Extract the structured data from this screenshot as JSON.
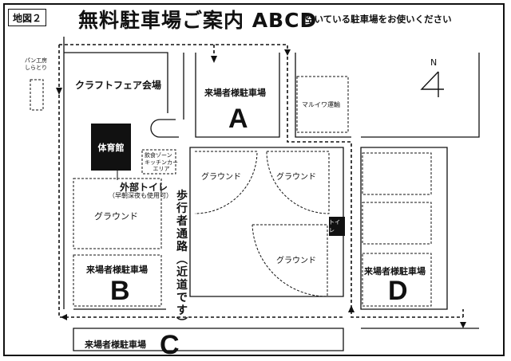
{
  "map_label": "地図２",
  "title": "無料駐車場ご案内 ABCD",
  "subtitle": "空いている駐車場をお使いください",
  "shop": "パン工房\nしらとり",
  "craft_fair": "クラフトフェア会場",
  "gym": "体育館",
  "food_zone": "飲食ゾーン",
  "kitchen_car": "キッチンカー\nエリア",
  "outdoor_toilet": "外部トイレ",
  "toilet_note": "（早朝深夜も使用可）",
  "walkway": "歩\n行\n者\n通\n路\n︵\n近\n道\nで\nす\n︶",
  "toilet": "トイレ",
  "maruiwa": "マルイワ運輸",
  "north": "N",
  "grounds": {
    "g1": "グラウンド",
    "g2": "グラウンド",
    "g3": "グラウンド",
    "g4": "グラウンド"
  },
  "parking": {
    "visitor_label": "来場者様駐車場",
    "a": "A",
    "b": "B",
    "c": "C",
    "d": "D"
  }
}
